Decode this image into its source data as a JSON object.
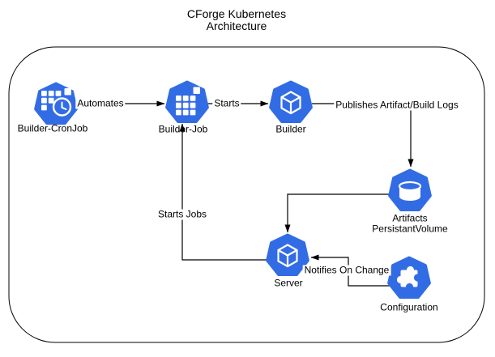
{
  "title": {
    "line1": "CForge Kubernetes",
    "line2": "Architecture"
  },
  "colors": {
    "node_fill": "#326CE5",
    "glyph": "#FFFFFF",
    "line": "#000000",
    "background": "#FFFFFF"
  },
  "nodes": [
    {
      "id": "builder-cronjob",
      "label": "Builder-CronJob",
      "icon": "k8s-cronjob-icon"
    },
    {
      "id": "builder-job",
      "label": "Builder-Job",
      "icon": "k8s-job-icon"
    },
    {
      "id": "builder",
      "label": "Builder",
      "icon": "k8s-pod-icon"
    },
    {
      "id": "artifacts-pv",
      "label": "Artifacts",
      "label2": "PersistantVolume",
      "icon": "k8s-persistent-volume-icon"
    },
    {
      "id": "server",
      "label": "Server",
      "icon": "k8s-pod-icon"
    },
    {
      "id": "configuration",
      "label": "Configuration",
      "icon": "k8s-configmap-icon"
    }
  ],
  "edges": [
    {
      "from": "builder-cronjob",
      "to": "builder-job",
      "label": "Automates"
    },
    {
      "from": "builder-job",
      "to": "builder",
      "label": "Starts"
    },
    {
      "from": "builder",
      "to": "artifacts-pv",
      "label": "Publishes Artifact/Build Logs"
    },
    {
      "from": "artifacts-pv",
      "to": "server",
      "label": ""
    },
    {
      "from": "server",
      "to": "builder-job",
      "label": "Starts Jobs"
    },
    {
      "from": "configuration",
      "to": "server",
      "label": "Notifies On Change"
    }
  ]
}
